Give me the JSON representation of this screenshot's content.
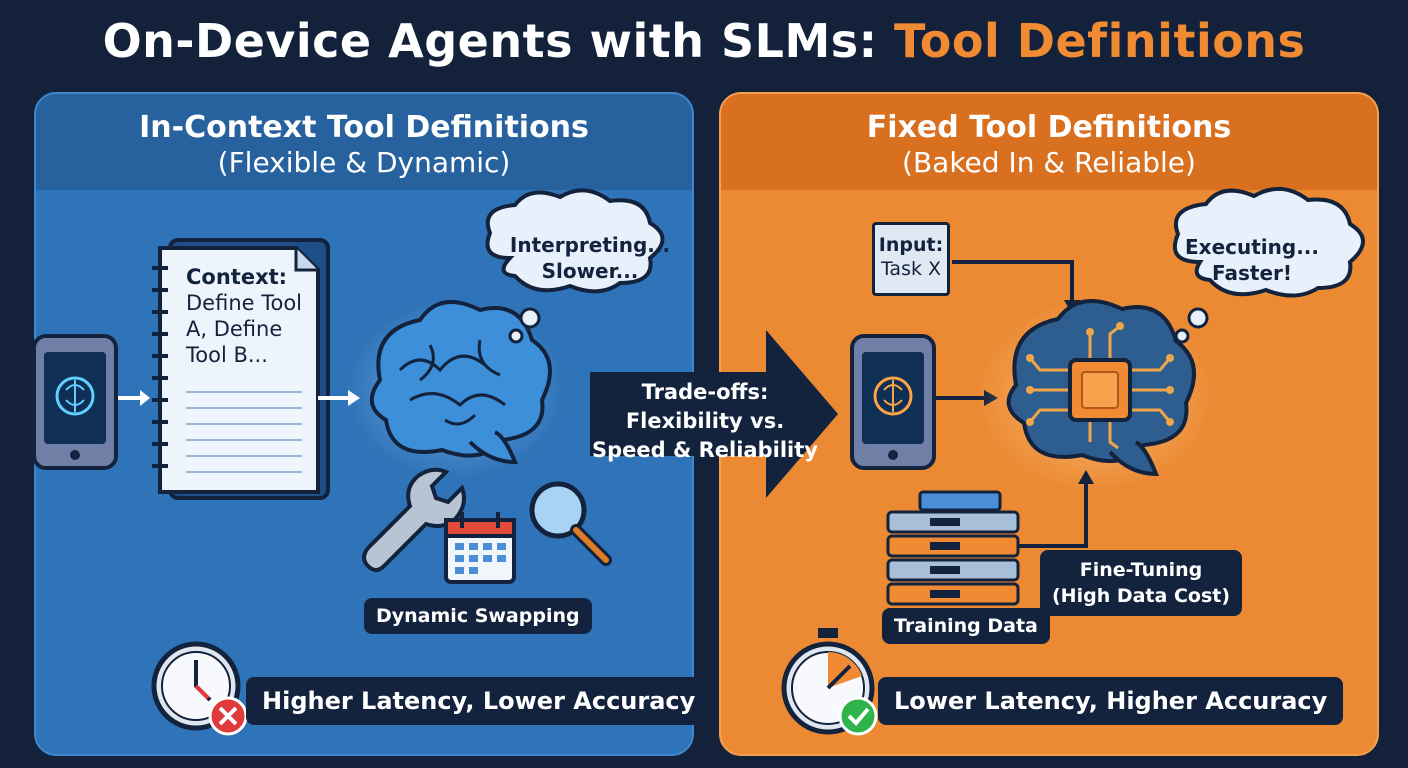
{
  "title": {
    "main": "On-Device Agents with SLMs:",
    "accent": "Tool Definitions"
  },
  "left": {
    "heading": "In-Context Tool Definitions",
    "subheading": "(Flexible & Dynamic)",
    "context_label": "Context:",
    "context_lines": [
      "Define Tool",
      "A, Define",
      "Tool B..."
    ],
    "thought_lines": [
      "Interpreting...",
      "Slower..."
    ],
    "swap_label": "Dynamic Swapping",
    "result_label": "Higher Latency, Lower Accuracy"
  },
  "center": {
    "tradeoff_lines": [
      "Trade-offs:",
      "Flexibility vs.",
      "Speed & Reliability"
    ]
  },
  "right": {
    "heading": "Fixed Tool Definitions",
    "subheading": "(Baked In & Reliable)",
    "input_label": "Input:",
    "input_value": "Task X",
    "thought_lines": [
      "Executing...",
      "Faster!"
    ],
    "finetune_lines": [
      "Fine-Tuning",
      "(High Data Cost)"
    ],
    "training_label": "Training Data",
    "result_label": "Lower Latency, Higher Accuracy"
  },
  "colors": {
    "background": "#13213a",
    "left_panel": "#2f73b8",
    "right_panel": "#ec8a34",
    "accent_orange": "#f08a33",
    "label_dark": "#13233d",
    "brain_blue": "#4aa3e6",
    "success_green": "#2fb34a",
    "error_red": "#e03a3a"
  },
  "icons": [
    "phone-icon",
    "notebook-icon",
    "brain-icon",
    "thought-cloud-icon",
    "wrench-icon",
    "calendar-icon",
    "magnifier-icon",
    "clock-icon",
    "error-badge-icon",
    "input-document-icon",
    "chip-brain-icon",
    "database-icon",
    "stopwatch-icon",
    "check-badge-icon",
    "arrow-icon"
  ]
}
